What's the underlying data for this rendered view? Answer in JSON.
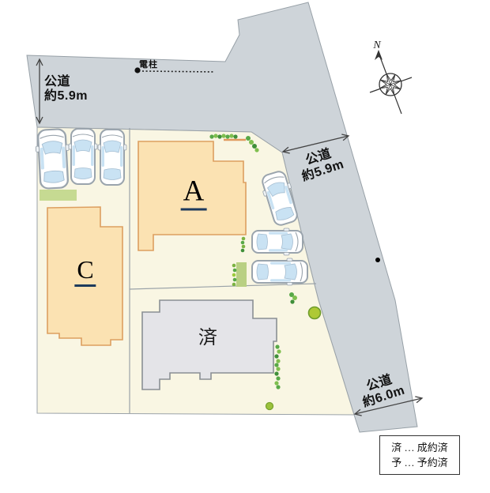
{
  "roads": {
    "top": {
      "line1": "公道",
      "line2": "約5.9m"
    },
    "right": {
      "line1": "公道",
      "line2": "約5.9m"
    },
    "bottom": {
      "line1": "公道",
      "line2": "約6.0m"
    }
  },
  "utility_pole": {
    "label": "電柱"
  },
  "compass": {
    "label": "N"
  },
  "plots": {
    "a": {
      "label": "A"
    },
    "c": {
      "label": "C"
    },
    "sold": {
      "label": "済"
    }
  },
  "legend": {
    "row1": "済 … 成約済",
    "row2": "予 … 予約済"
  },
  "colors": {
    "road": "#ced4d9",
    "road_edge": "#97a0a7",
    "plot": "#f9f6e3",
    "plot_edge": "#9aa2a8",
    "building_fill": "#fbe2b2",
    "building_edge": "#dd9f60",
    "sold_fill": "#e4e4e8",
    "sold_edge": "#8a8f94",
    "underline_navy": "#1d3a5c",
    "green_strip": "#c6da92",
    "car_window": "#c9e2f3",
    "car_outline": "#9aa4ad"
  }
}
